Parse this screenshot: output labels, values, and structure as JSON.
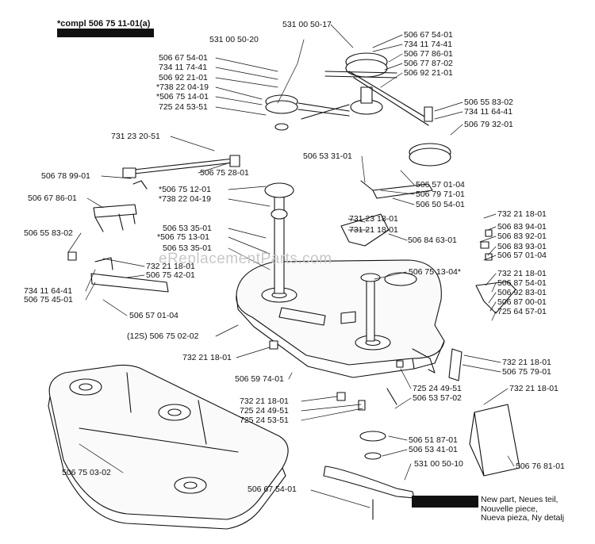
{
  "header": {
    "title": "*compl 506 75 11-01(a)"
  },
  "watermark": "eReplacementParts.com",
  "legend": {
    "lines": [
      "New part, Neues teil,",
      "Nouvelle piece,",
      "Nueva pieza, Ny detalj"
    ]
  },
  "labels": [
    "531 00 50-17",
    "531 00 50-20",
    "506 67 54-01",
    "734 11 74-41",
    "506 77 86-01",
    "506 77 87-02",
    "506 92 21-01",
    "506 67 54-01",
    "734 11 74-41",
    "506 92 21-01",
    "*738 22 04-19",
    "*506 75 14-01",
    "725 24 53-51",
    "506 55 83-02",
    "734 11 64-41",
    "506 79 32-01",
    "731 23 20-51",
    "506 53 31-01",
    "506 78 99-01",
    "506 75 28-01",
    "506 57 01-04",
    "506 79 71-01",
    "*506 75 12-01",
    "*738 22 04-19",
    "506 50 54-01",
    "506 67 86-01",
    "731 23 18-01",
    "731 21 18-01",
    "732 21 18-01",
    "506 83 94-01",
    "506 53 35-01",
    "*506 75 13-01",
    "506 53 35-01",
    "506 84 63-01",
    "506 83 92-01",
    "506 55 83-02",
    "506 83 93-01",
    "506 57 01-04",
    "732 21 18-01",
    "506 75 42-01",
    "506 75 13-04*",
    "732 21 18-01",
    "734 11 64-41",
    "506 87 54-01",
    "506 75 45-01",
    "506 92 83-01",
    "506 87 00-01",
    "506 57 01-04",
    "725 64 57-01",
    "(12S) 506 75 02-02",
    "732 21 18-01",
    "732 21 18-01",
    "506 75 79-01",
    "506 59 74-01",
    "725 24 49-51",
    "732 21 18-01",
    "506 53 57-02",
    "732 21 18-01",
    "725 24 49-51",
    "725 24 53-51",
    "506 51 87-01",
    "506 53 41-01",
    "506 75 03-02",
    "506 76 81-01",
    "531 00 50-10",
    "506 67 54-01"
  ]
}
